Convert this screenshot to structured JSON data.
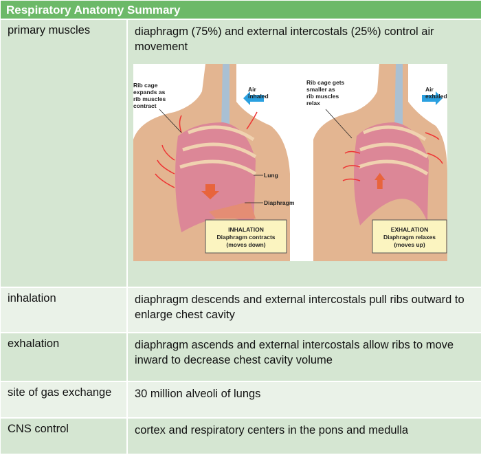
{
  "title": "Respiratory Anatomy Summary",
  "rows": [
    {
      "label": "primary muscles",
      "text": "diaphragm (75%) and external intercostals (25%) control air movement"
    },
    {
      "label": "inhalation",
      "text": "diaphragm descends and external intercostals pull ribs outward to enlarge chest cavity"
    },
    {
      "label": "exhalation",
      "text": "diaphragm ascends and external intercostals allow ribs to move inward to decrease chest cavity volume"
    },
    {
      "label": "site of gas exchange",
      "text": "30 million alveoli of lungs"
    },
    {
      "label": "CNS control",
      "text": "cortex and respiratory centers in the pons and medulla"
    }
  ],
  "figure": {
    "inhale": {
      "rib_label": [
        "Rib cage",
        "expands as",
        "rib muscles",
        "contract"
      ],
      "air": [
        "Air",
        "inhaled"
      ],
      "lung": "Lung",
      "diaphragm": "Diaphragm",
      "box": [
        "INHALATION",
        "Diaphragm contracts",
        "(moves down)"
      ]
    },
    "exhale": {
      "rib_label": [
        "Rib cage gets",
        "smaller as",
        "rib muscles",
        "relax"
      ],
      "air": [
        "Air",
        "exhaled"
      ],
      "box": [
        "EXHALATION",
        "Diaphragm relaxes",
        "(moves up)"
      ]
    }
  }
}
